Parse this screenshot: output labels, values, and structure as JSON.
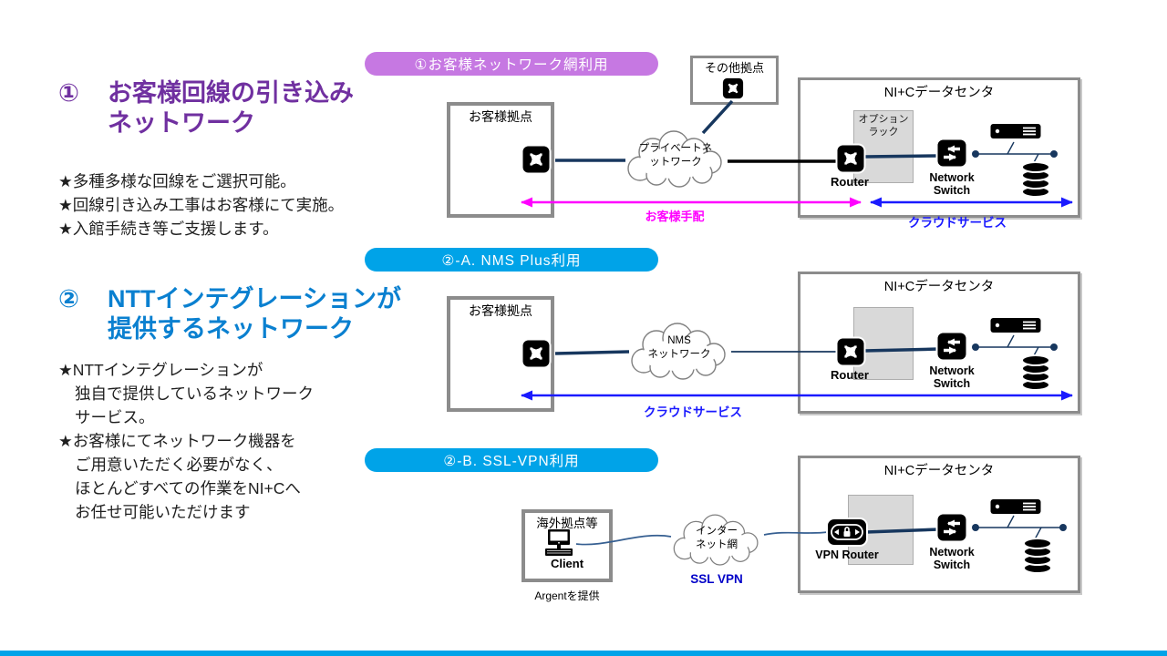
{
  "colors": {
    "purple_heading": "#7030A0",
    "pill_purple": "#C678E2",
    "blue_heading": "#0A80D0",
    "pill_blue": "#00A3E8",
    "navy_line": "#17375E",
    "magenta_arrow": "#FF00FF",
    "blue_arrow": "#1A1AFF",
    "ssl_vpn_blue": "#0000C8",
    "box_border": "#8C8C8C",
    "rack_fill": "#D9D9D9",
    "footer_bar": "#00A3E8"
  },
  "left_panel": {
    "section1": {
      "number": "①",
      "title_line1": "お客様回線の引き込み",
      "title_line2": "ネットワーク",
      "bullets": [
        "★多種多様な回線をご選択可能。",
        "★回線引き込み工事はお客様にて実施。",
        "★入館手続き等ご支援します。"
      ]
    },
    "section2": {
      "number": "②",
      "title_line1": "NTTインテグレーションが",
      "title_line2": "提供するネットワーク",
      "bullets": [
        "★NTTインテグレーションが",
        "独自で提供しているネットワーク",
        "サービス。",
        "★お客様にてネットワーク機器を",
        "ご用意いただく必要がなく、",
        "ほとんどすべての作業をNI+Cへ",
        "お任せ可能いただけます"
      ]
    }
  },
  "diagram1": {
    "pill": "①お客様ネットワーク網利用",
    "customer_site": "お客様拠点",
    "other_site": "その他拠点",
    "cloud_line1": "プライベートネ",
    "cloud_line2": "ットワーク",
    "datacenter": "NI+Cデータセンタ",
    "rack": "オプションラック",
    "router": "Router",
    "switch_line1": "Network",
    "switch_line2": "Switch",
    "arrange_label": "お客様手配",
    "cloud_service": "クラウドサービス"
  },
  "diagram2": {
    "pill": "②-A. NMS Plus利用",
    "customer_site": "お客様拠点",
    "cloud_line1": "NMS",
    "cloud_line2": "ネットワーク",
    "datacenter": "NI+Cデータセンタ",
    "router": "Router",
    "switch_line1": "Network",
    "switch_line2": "Switch",
    "cloud_service": "クラウドサービス"
  },
  "diagram3": {
    "pill": "②-B. SSL-VPN利用",
    "site": "海外拠点等",
    "client": "Client",
    "client_note": "Argentを提供",
    "cloud_line1": "インター",
    "cloud_line2": "ネット網",
    "ssl_label": "SSL VPN",
    "datacenter": "NI+Cデータセンタ",
    "vpn_router": "VPN Router",
    "switch_line1": "Network",
    "switch_line2": "Switch"
  }
}
